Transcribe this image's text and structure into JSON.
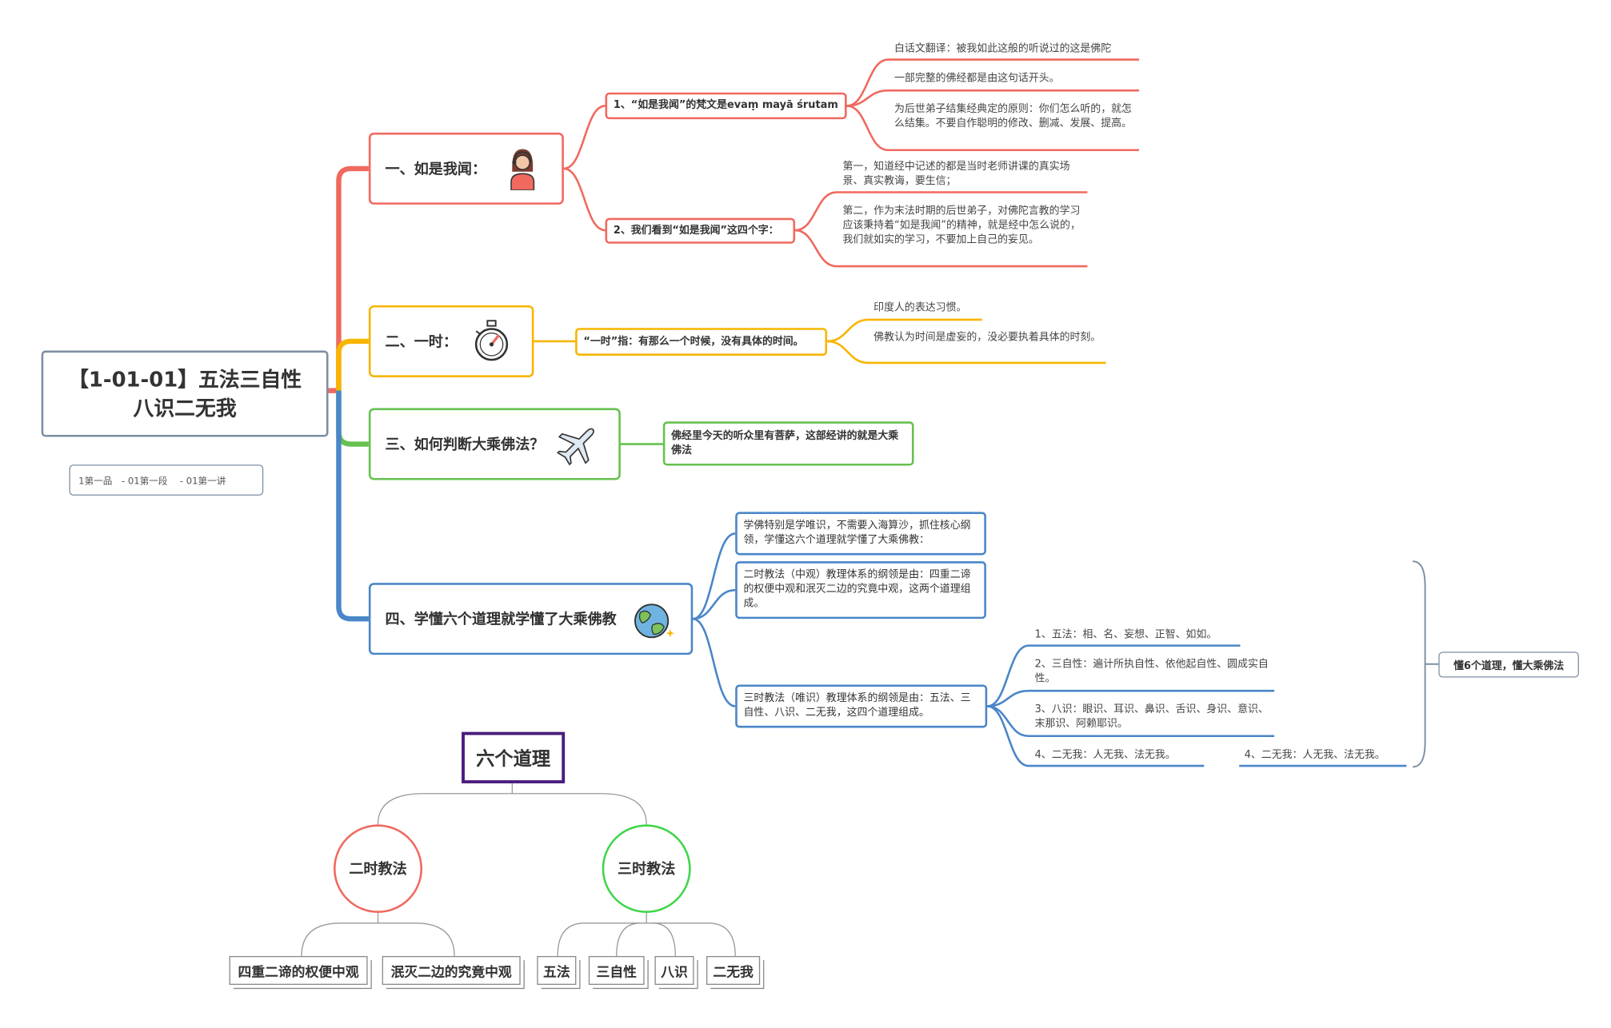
{
  "root": {
    "title_line1": "【1-01-01】五法三自性",
    "title_line2": "八识二无我",
    "note": "1第一品　- 01第一段　 - 01第一讲"
  },
  "branches": [
    {
      "label": "一、如是我闻：",
      "icon": "woman-headset-icon",
      "color": "#f0695f",
      "children": [
        {
          "label": "1、“如是我闻”的梵文是evaṃ mayā śrutam",
          "leaves": [
            "白话文翻译：被我如此这般的听说过的这是佛陀",
            "一部完整的佛经都是由这句话开头。",
            "为后世弟子结集经典定的原则：你们怎么听的，就怎么结集。不要自作聪明的修改、删减、发展、提高。"
          ]
        },
        {
          "label": "2、我们看到“如是我闻”这四个字：",
          "leaves": [
            "第一，知道经中记述的都是当时老师讲课的真实场景、真实教诲，要生信；",
            "第二，作为末法时期的后世弟子，对佛陀言教的学习应该秉持着“如是我闻”的精神，就是经中怎么说的，我们就如实的学习，不要加上自己的妄见。"
          ]
        }
      ]
    },
    {
      "label": "二、一时：",
      "icon": "stopwatch-icon",
      "color": "#f7b500",
      "children": [
        {
          "label": "“一时”指：有那么一个时候，没有具体的时间。",
          "leaves": [
            "印度人的表达习惯。",
            "佛教认为时间是虚妄的，没必要执着具体的时刻。"
          ]
        }
      ]
    },
    {
      "label": "三、如何判断大乘佛法？",
      "icon": "airplane-icon",
      "color": "#66c14f",
      "children": [
        {
          "label": "佛经里今天的听众里有菩萨，这部经讲的就是大乘佛法"
        }
      ]
    },
    {
      "label": "四、学懂六个道理就学懂了大乘佛教",
      "icon": "globe-icon",
      "color": "#4a86c8",
      "children": [
        {
          "label": "学佛特别是学唯识，不需要入海算沙，抓住核心纲领，学懂这六个道理就学懂了大乘佛教："
        },
        {
          "label": "二时教法（中观）教理体系的纲领是由：四重二谛的权便中观和泯灭二边的究竟中观，这两个道理组成。"
        },
        {
          "label": "三时教法（唯识）教理体系的纲领是由：五法、三自性、八识、二无我，这四个道理组成。",
          "leaves": [
            "1、五法：相、名、妄想、正智、如如。",
            "2、三自性：遍计所执自性、依他起自性、圆成实自性。",
            "3、八识：眼识、耳识、鼻识、舌识、身识、意识、末那识、阿赖耶识。",
            "4、二无我：人无我、法无我。",
            "4、二无我：人无我、法无我。"
          ],
          "summary": "懂6个道理，懂大乘佛法"
        }
      ]
    }
  ],
  "tree": {
    "title": "六个道理",
    "nodes": [
      {
        "label": "二时教法",
        "color": "#f0695f",
        "children": [
          "四重二谛的权便中观",
          "泯灭二边的究竟中观"
        ]
      },
      {
        "label": "三时教法",
        "color": "#3fd64a",
        "children": [
          "五法",
          "三自性",
          "八识",
          "二无我"
        ]
      }
    ],
    "title_border_color": "#4a1c7c"
  }
}
